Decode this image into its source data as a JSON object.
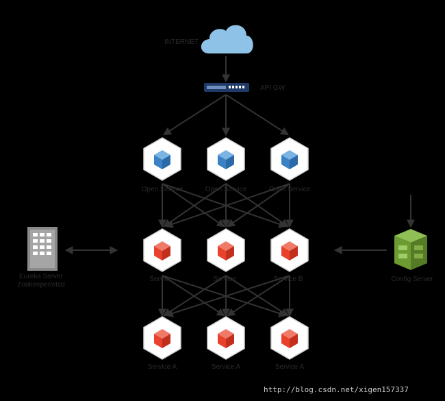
{
  "diagram": {
    "internet_label": "INTERNET",
    "gateway_label": "API GW",
    "open_service_label": "Open Service",
    "service_label": "Service",
    "service_b_label": "Service B",
    "service_a_label": "Service A",
    "registry_label_line1": "Eureka Server",
    "registry_label_line2": "Zookeeper/etcd",
    "config_label": "Config Server",
    "watermark": "http://blog.csdn.net/xigen157337"
  },
  "colors": {
    "background": "#000000",
    "arrow": "#333333",
    "cloud": "#8ec2e6",
    "open_cube": "#3b82c4",
    "service_cube": "#e8412c",
    "config": "#6c9b31",
    "registry": "#8a8a8a"
  },
  "icons": [
    "cloud-icon",
    "gateway-switch-icon",
    "cube-icon",
    "server-rack-icon",
    "config-server-icon"
  ]
}
